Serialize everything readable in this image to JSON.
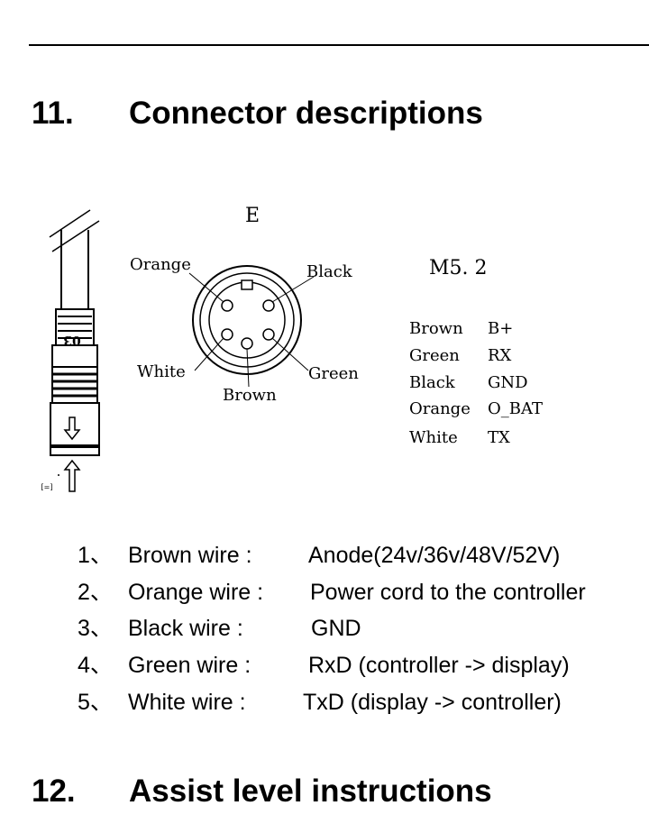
{
  "section11": {
    "number": "11.",
    "title": "Connector descriptions"
  },
  "diagram": {
    "connector_letter": "E",
    "model": "M5. 2",
    "plug_marking": "03",
    "plug_note": "[=]",
    "pins": {
      "orange": "Orange",
      "black": "Black",
      "white": "White",
      "green": "Green",
      "brown": "Brown"
    },
    "table": [
      {
        "color": "Brown",
        "signal": "B+"
      },
      {
        "color": "Green",
        "signal": "RX"
      },
      {
        "color": "Black",
        "signal": "GND"
      },
      {
        "color": "Orange",
        "signal": "O_BAT"
      },
      {
        "color": "White",
        "signal": "TX"
      }
    ]
  },
  "wires": [
    {
      "index": "1、",
      "name": "Brown wire :",
      "function": "Anode(24v/36v/48V/52V)"
    },
    {
      "index": "2、",
      "name": "Orange wire :",
      "function": "Power cord to the controller"
    },
    {
      "index": "3、",
      "name": "Black wire :",
      "function": "GND"
    },
    {
      "index": "4、",
      "name": "Green wire :",
      "function": "RxD (controller -> display)"
    },
    {
      "index": "5、",
      "name": "White wire :",
      "function": "TxD (display -> controller)"
    }
  ],
  "section12": {
    "number": "12.",
    "title": "Assist level instructions"
  }
}
